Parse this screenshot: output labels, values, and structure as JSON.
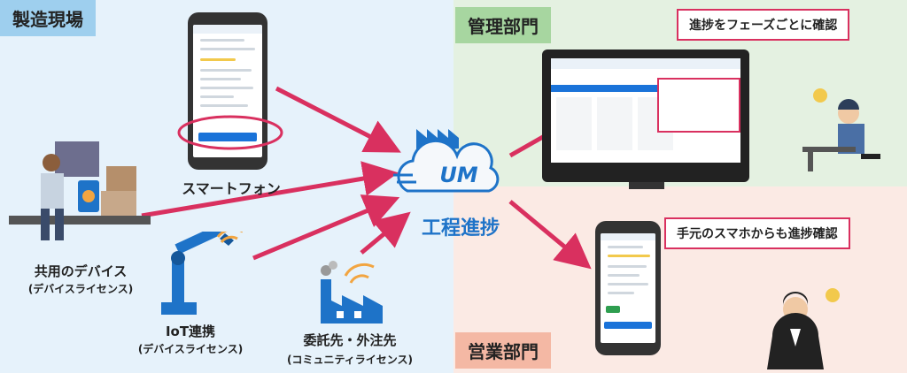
{
  "sections": {
    "factory": "製造現場",
    "management": "管理部門",
    "sales": "営業部門"
  },
  "sources": {
    "smartphone": "スマートフォン",
    "shared_device": "共用のデバイス",
    "shared_device_license": "(デバイスライセンス)",
    "iot": "IoT連携",
    "iot_license": "(デバイスライセンス)",
    "outsourcing": "委託先・外注先",
    "outsourcing_license": "(コミュニティライセンス)"
  },
  "hub": {
    "logo_text": "UM",
    "title": "工程進捗"
  },
  "callouts": {
    "management": "進捗をフェーズごとに確認",
    "sales": "手元のスマホからも進捗確認"
  },
  "colors": {
    "arrow": "#d9305f",
    "hub_blue": "#1e73c8",
    "factory_bg": "#e6f2fb",
    "management_bg": "#e4f1e1",
    "sales_bg": "#fbeae4"
  }
}
